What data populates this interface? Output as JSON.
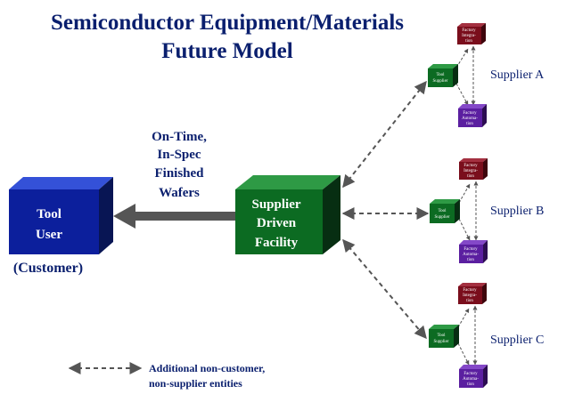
{
  "title": {
    "line1": "Semiconductor Equipment/Materials",
    "line2": "Future Model"
  },
  "tool_user": {
    "line1": "Tool",
    "line2": "User",
    "caption": "(Customer)",
    "front_color": "#0c1f9c",
    "top_color": "#3451d8",
    "side_color": "#081554"
  },
  "main_arrow": {
    "label_lines": [
      "On-Time,",
      "In-Spec",
      "Finished",
      "Wafers"
    ],
    "color": "#555555"
  },
  "facility": {
    "line1": "Supplier",
    "line2": "Driven",
    "line3": "Facility",
    "front_color": "#0c6b22",
    "top_color": "#2e9a45",
    "side_color": "#072e12"
  },
  "suppliers": [
    {
      "name": "Supplier A",
      "tool_label_lines": [
        "Tool",
        "Supplier"
      ],
      "top_box_lines": [
        "Factory",
        "Integra-",
        "tion"
      ],
      "bottom_box_lines": [
        "Factory",
        "Automa-",
        "tion"
      ]
    },
    {
      "name": "Supplier B",
      "tool_label_lines": [
        "Tool",
        "Supplier"
      ],
      "top_box_lines": [
        "Factory",
        "Integra-",
        "tion"
      ],
      "bottom_box_lines": [
        "Factory",
        "Automa-",
        "tion"
      ]
    },
    {
      "name": "Supplier C",
      "tool_label_lines": [
        "Tool",
        "Supplier"
      ],
      "top_box_lines": [
        "Factory",
        "Integra-",
        "tion"
      ],
      "bottom_box_lines": [
        "Factory",
        "Automa-",
        "tion"
      ]
    }
  ],
  "small_box_colors": {
    "integration_front": "#7a0e1c",
    "integration_top": "#a33040",
    "integration_side": "#3e050c",
    "automation_front": "#5b1fa0",
    "automation_top": "#8448c8",
    "automation_side": "#2c0d52"
  },
  "legend": {
    "line1": "Additional non-customer,",
    "line2": "non-supplier entities"
  }
}
